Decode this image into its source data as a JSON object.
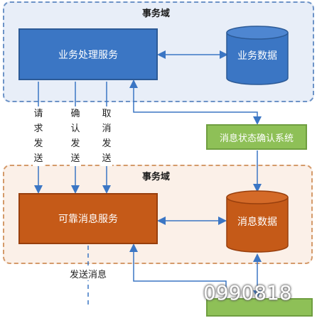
{
  "top_domain": {
    "label": "事务域"
  },
  "bottom_domain": {
    "label": "事务域"
  },
  "services": {
    "business": "业务处理服务",
    "reliable_msg": "可靠消息服务",
    "confirm_system": "消息状态确认系统"
  },
  "databases": {
    "business_data": "业务数据",
    "message_data": "消息数据"
  },
  "flows": {
    "request_send": [
      "请",
      "求",
      "发",
      "送"
    ],
    "confirm_send": [
      "确",
      "认",
      "发",
      "送"
    ],
    "cancel_send": [
      "取",
      "消",
      "发",
      "送"
    ],
    "send_message": "发送消息"
  },
  "watermark": "0990818",
  "colors": {
    "top_domain_border": "#6d93c7",
    "bottom_domain_border": "#d49a6a",
    "blue_service": "#3b76c4",
    "orange_service": "#c55a18",
    "green_system": "#8ec057"
  }
}
